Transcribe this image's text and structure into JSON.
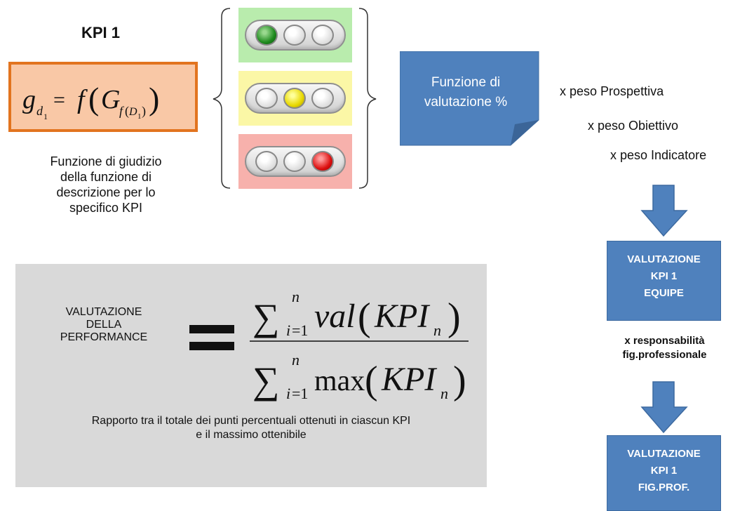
{
  "kpi_title": "KPI 1",
  "judgment_description": [
    "Funzione di giudizio",
    "della funzione di",
    "descrizione per lo",
    "specifico KPI"
  ],
  "traffic_lights": [
    {
      "panel_color": "#b9ecad",
      "active_lamp": 1,
      "lamp_color": "green"
    },
    {
      "panel_color": "#fbf7a6",
      "active_lamp": 2,
      "lamp_color": "yellow"
    },
    {
      "panel_color": "#f7b1ac",
      "active_lamp": 3,
      "lamp_color": "red"
    }
  ],
  "valuation_function": [
    "Funzione di",
    "valutazione %"
  ],
  "weights": [
    "x peso Prospettiva",
    "x peso Obiettivo",
    "x peso Indicatore"
  ],
  "kpi_equipe": [
    "VALUTAZIONE",
    "KPI 1",
    "EQUIPE"
  ],
  "responsibility": [
    "x responsabilità",
    "fig.professionale"
  ],
  "kpi_fig_prof": [
    "VALUTAZIONE",
    "KPI 1",
    "FIG.PROF."
  ],
  "performance_label": [
    "VALUTAZIONE",
    "DELLA",
    "PERFORMANCE"
  ],
  "ratio_description": [
    "Rapporto tra il totale dei punti percentuali ottenuti in ciascun KPI",
    "e il massimo ottenibile"
  ],
  "colors": {
    "accent_blue": "#4f81bd",
    "formula_fill": "#f9c8a6",
    "formula_border": "#e2741f",
    "panel_gray": "#d9d9d9"
  }
}
